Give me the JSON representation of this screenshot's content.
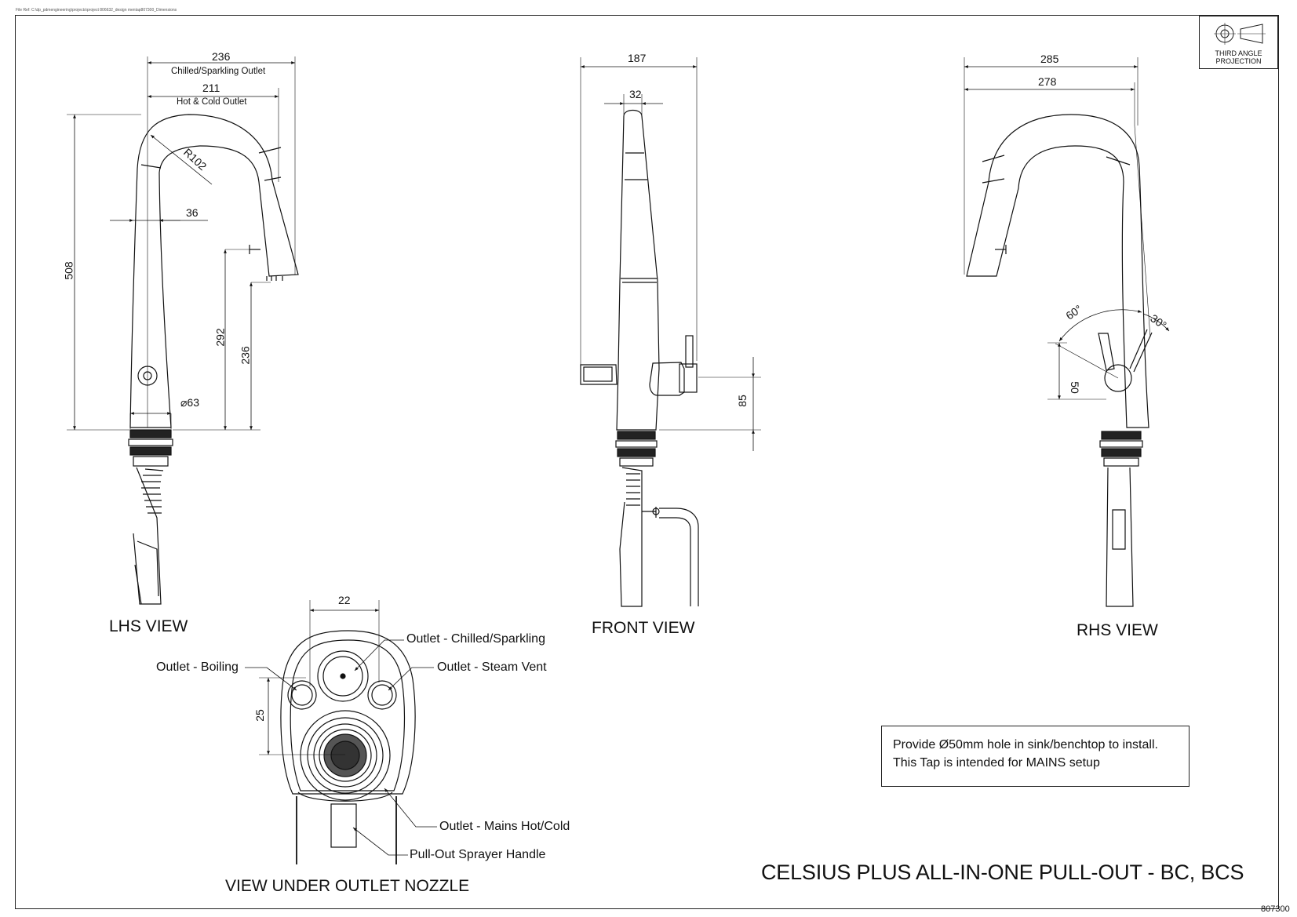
{
  "file_ref": "File Ref: C:\\dp_pdmengineering\\projects\\project 806632_design mentap807300_Dimensions",
  "sheet_number": "807300",
  "projection": {
    "label": "THIRD ANGLE PROJECTION"
  },
  "views": {
    "lhs": {
      "label": "LHS VIEW",
      "dims": {
        "chilled_sparkling_outlet": "236",
        "chilled_sparkling_outlet_label": "Chilled/Sparkling Outlet",
        "hot_cold_outlet": "211",
        "hot_cold_outlet_label": "Hot & Cold Outlet",
        "radius": "R102",
        "body_width": "36",
        "overall_height": "508",
        "height_292": "292",
        "height_236": "236",
        "diameter": "⌀63"
      }
    },
    "front": {
      "label": "FRONT VIEW",
      "dims": {
        "width": "187",
        "spout_width": "32",
        "handle_height": "85"
      }
    },
    "rhs": {
      "label": "RHS VIEW",
      "dims": {
        "reach_285": "285",
        "reach_278": "278",
        "angle_60": "60°",
        "angle_30": "30°",
        "dim_50": "50"
      }
    },
    "nozzle": {
      "label": "VIEW UNDER OUTLET NOZZLE",
      "dims": {
        "width": "22",
        "height": "25"
      },
      "callouts": {
        "chilled": "Outlet - Chilled/Sparkling",
        "boiling": "Outlet - Boiling",
        "steam": "Outlet - Steam Vent",
        "mains": "Outlet - Mains Hot/Cold",
        "handle": "Pull-Out Sprayer Handle"
      }
    }
  },
  "note": {
    "line1": "Provide Ø50mm hole in sink/benchtop to install.",
    "line2": "This Tap is intended for MAINS setup"
  },
  "title": "CELSIUS PLUS ALL-IN-ONE PULL-OUT - BC, BCS"
}
